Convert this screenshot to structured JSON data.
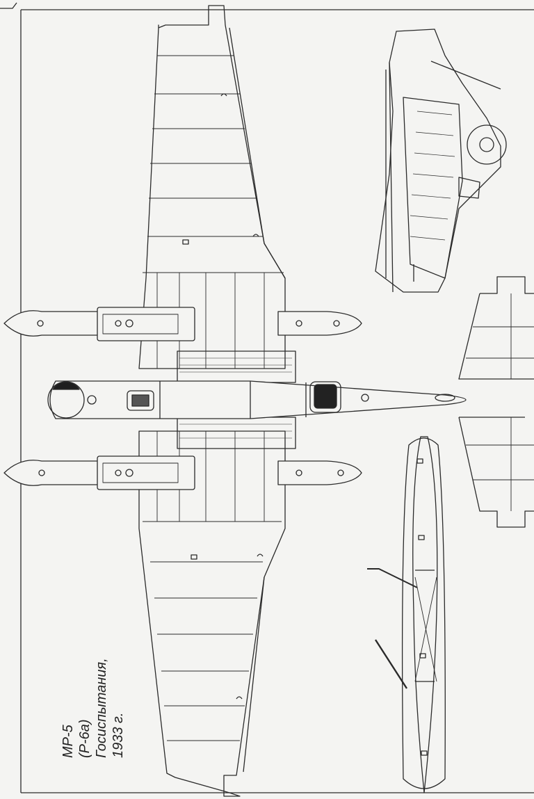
{
  "caption": {
    "line1": "МР-5",
    "line2": "(Р-6а)",
    "line3": "Госиспытания,",
    "line4": "1933 г."
  }
}
